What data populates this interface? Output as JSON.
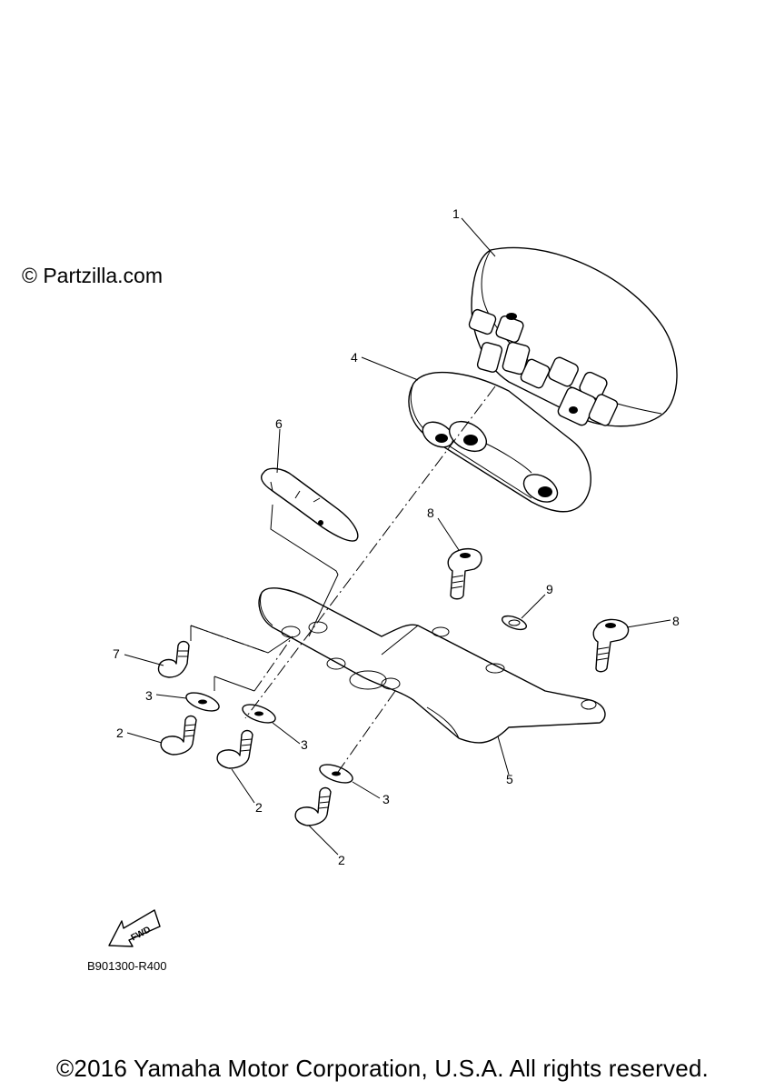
{
  "watermark": "© Partzilla.com",
  "diagram_code": "B901300-R400",
  "copyright": "©2016 Yamaha Motor Corporation, U.S.A. All rights reserved.",
  "fwd_arrow": {
    "label": "FWD",
    "icon": "fwd-arrow-icon"
  },
  "callouts": [
    {
      "part_number": "1"
    },
    {
      "part_number": "4"
    },
    {
      "part_number": "6"
    },
    {
      "part_number": "8"
    },
    {
      "part_number": "9"
    },
    {
      "part_number": "8"
    },
    {
      "part_number": "7"
    },
    {
      "part_number": "3"
    },
    {
      "part_number": "2"
    },
    {
      "part_number": "3"
    },
    {
      "part_number": "2"
    },
    {
      "part_number": "3"
    },
    {
      "part_number": "2"
    },
    {
      "part_number": "5"
    }
  ]
}
